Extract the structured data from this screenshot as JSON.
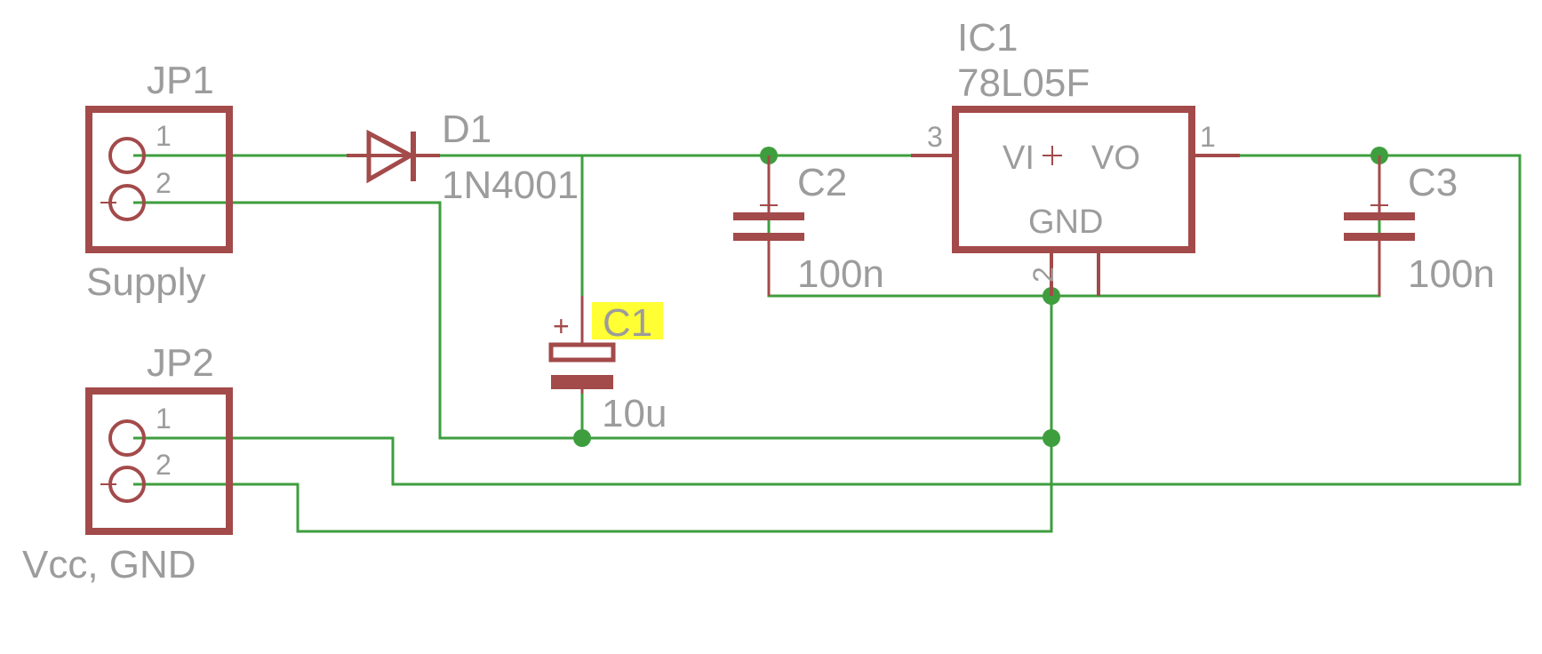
{
  "colors": {
    "wire": "#3e9e3e",
    "part": "#a34a4a",
    "label": "#9c9c9c",
    "highlight": "#ffff33",
    "background": "#ffffff"
  },
  "parts": {
    "jp1": {
      "name": "JP1",
      "value": "Supply",
      "pin1": "1",
      "pin2": "2"
    },
    "jp2": {
      "name": "JP2",
      "value": "Vcc, GND",
      "pin1": "1",
      "pin2": "2"
    },
    "d1": {
      "name": "D1",
      "value": "1N4001"
    },
    "c1": {
      "name": "C1",
      "value": "10u",
      "polarity": "+"
    },
    "c2": {
      "name": "C2",
      "value": "100n"
    },
    "c3": {
      "name": "C3",
      "value": "100n"
    },
    "ic1": {
      "name": "IC1",
      "value": "78L05F",
      "pin_vi": "VI",
      "pin_vo": "VO",
      "pin_gnd": "GND",
      "pin_in_num": "3",
      "pin_out_num": "1",
      "pin_gnd_num": "2"
    }
  }
}
